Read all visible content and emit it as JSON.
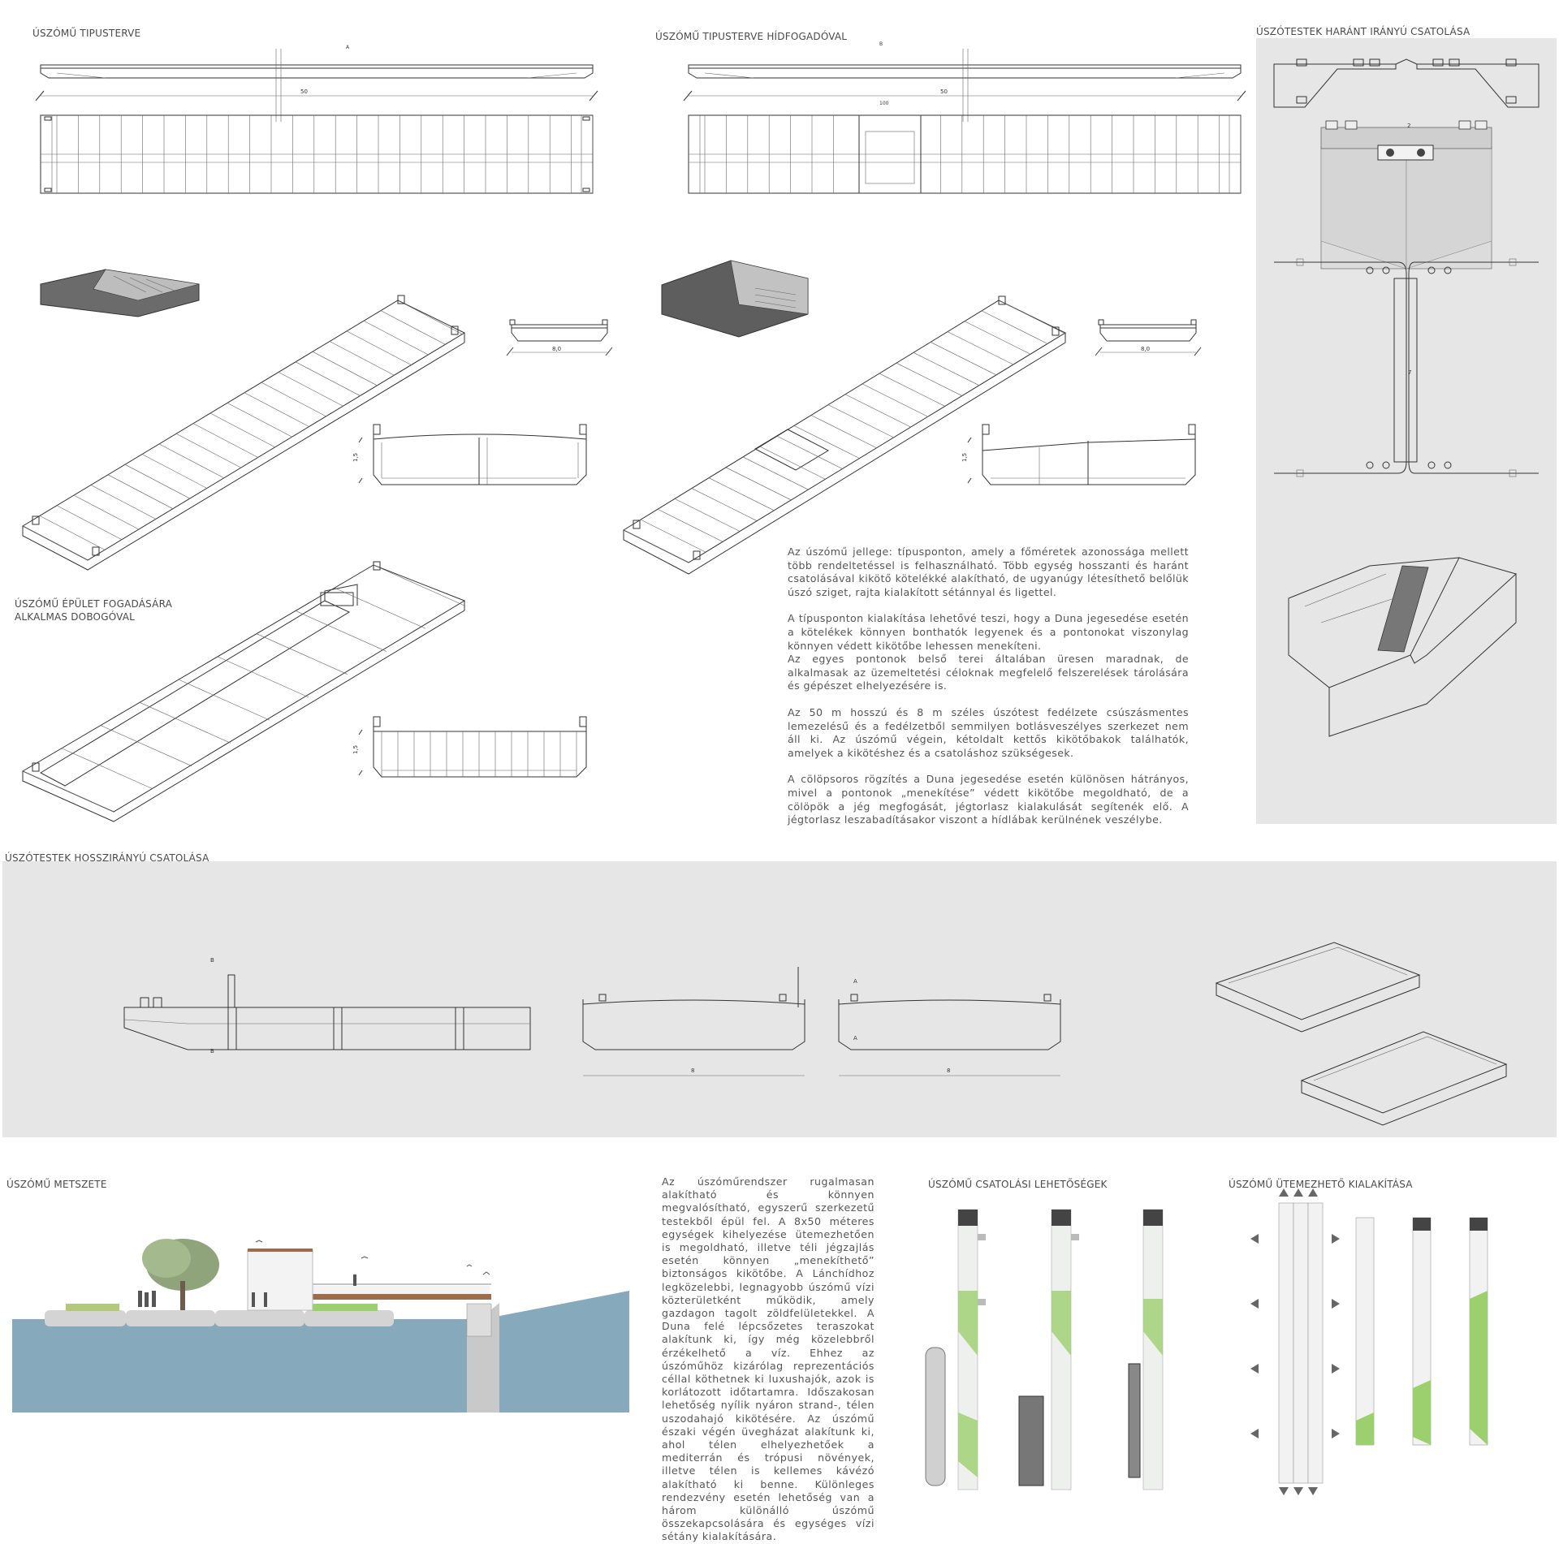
{
  "titles": {
    "tipusterv": "ÚSZÓMŰ TIPUSTERVE",
    "hidfogado": "ÚSZÓMŰ TIPUSTERVE HÍDFOGADÓVAL",
    "harant": "ÚSZÓTESTEK HARÁNT IRÁNYÚ CSATOLÁSA",
    "epulet_line1": "ÚSZÓMŰ ÉPÜLET FOGADÁSÁRA",
    "epulet_line2": "ALKALMAS DOBOGÓVAL",
    "hosszirany": "ÚSZÓTESTEK HOSSZIRÁNYÚ CSATOLÁSA",
    "metszet": "ÚSZÓMŰ METSZETE",
    "csatolasi": "ÚSZÓMŰ  CSATOLÁSI LEHETŐSÉGEK",
    "utemezheto": "ÚSZÓMŰ  ÜTEMEZHETŐ KIALAKÍTÁSA"
  },
  "dims": {
    "d50a": "50",
    "d50b": "50",
    "d100": "100",
    "d8a": "8,0",
    "d8b": "8,0",
    "d15a": "1,5",
    "d15b": "1,5",
    "d15c": "1,5",
    "d2": "2",
    "d7": "7",
    "d8c": "8",
    "d8d": "8",
    "secA": "A",
    "secB": "B"
  },
  "text_main": [
    "Az úszómű jellege: típusponton, amely a főméretek azonossága mellett több rendeltetéssel is felhasználható. Több egység hosszanti és haránt csatolásával kikötő kötelékké alakítható, de ugyanúgy létesíthető belőlük úszó sziget, rajta kialakított sétánnyal és ligettel.",
    "A típusponton kialakítása lehetővé teszi, hogy a Duna jegesedése esetén a kötelékek könnyen bonthatók legyenek és a pontonokat viszonylag könnyen védett kikötőbe lehessen menekíteni.",
    "Az egyes pontonok belső terei általában üresen maradnak, de alkalmasak az üzemeltetési céloknak megfelelő felszerelések tárolására és gépészet elhelyezésére is.",
    "Az 50 m hosszú és 8 m széles úszótest fedélzete csúszásmentes lemezelésű és a fedélzetből semmilyen botlásveszélyes szerkezet nem áll ki. Az úszómű végein, kétoldalt kettős kikötőbakok találhatók, amelyek a kikötéshez és a csatoláshoz szükségesek.",
    "A cölöpsoros rögzítés a Duna jegesedése esetén különösen hátrányos, mivel a pontonok „menekítése” védett kikötőbe megoldható, de a cölöpök a jég megfogását, jégtorlasz kialakulását segítenék elő. A jégtorlasz leszabadításakor viszont a hídlábak kerülnének veszélybe."
  ],
  "text_second": "Az úszóműrendszer rugalmasan alakítható és könnyen megvalósítható, egyszerű szerkezetű testekből épül fel. A 8x50 méteres egységek kihelyezése ütemezhetően is megoldható, illetve téli jégzajlás esetén könnyen „menekíthető” biztonságos kikötőbe. A Lánchídhoz legközelebbi, legnagyobb úszómű vízi közterületként működik, amely gazdagon tagolt zöldfelületekkel. A Duna felé lépcsőzetes teraszokat alakítunk ki, így még közelebbről érzékelhető a víz. Ehhez az úszóműhöz kizárólag reprezentációs céllal köthetnek ki luxushajók, azok is korlátozott időtartamra. Időszakosan lehetőség nyílik nyáron strand-, télen uszodahajó kikötésére. Az úszómű északi végén üvegházat alakítunk ki, ahol télen elhelyezhetőek a mediterrán és trópusi növények, illetve télen is kellemes kávézó alakítható ki benne. Különleges rendezvény esetén lehetőség van a három különálló úszómű összekapcsolására és egységes vízi sétány kialakítására.",
  "colors": {
    "panel": "#e6e6e6",
    "water": "#7fa4b5",
    "green": "#9ccf6e",
    "dark": "#444444",
    "line": "#333333"
  }
}
